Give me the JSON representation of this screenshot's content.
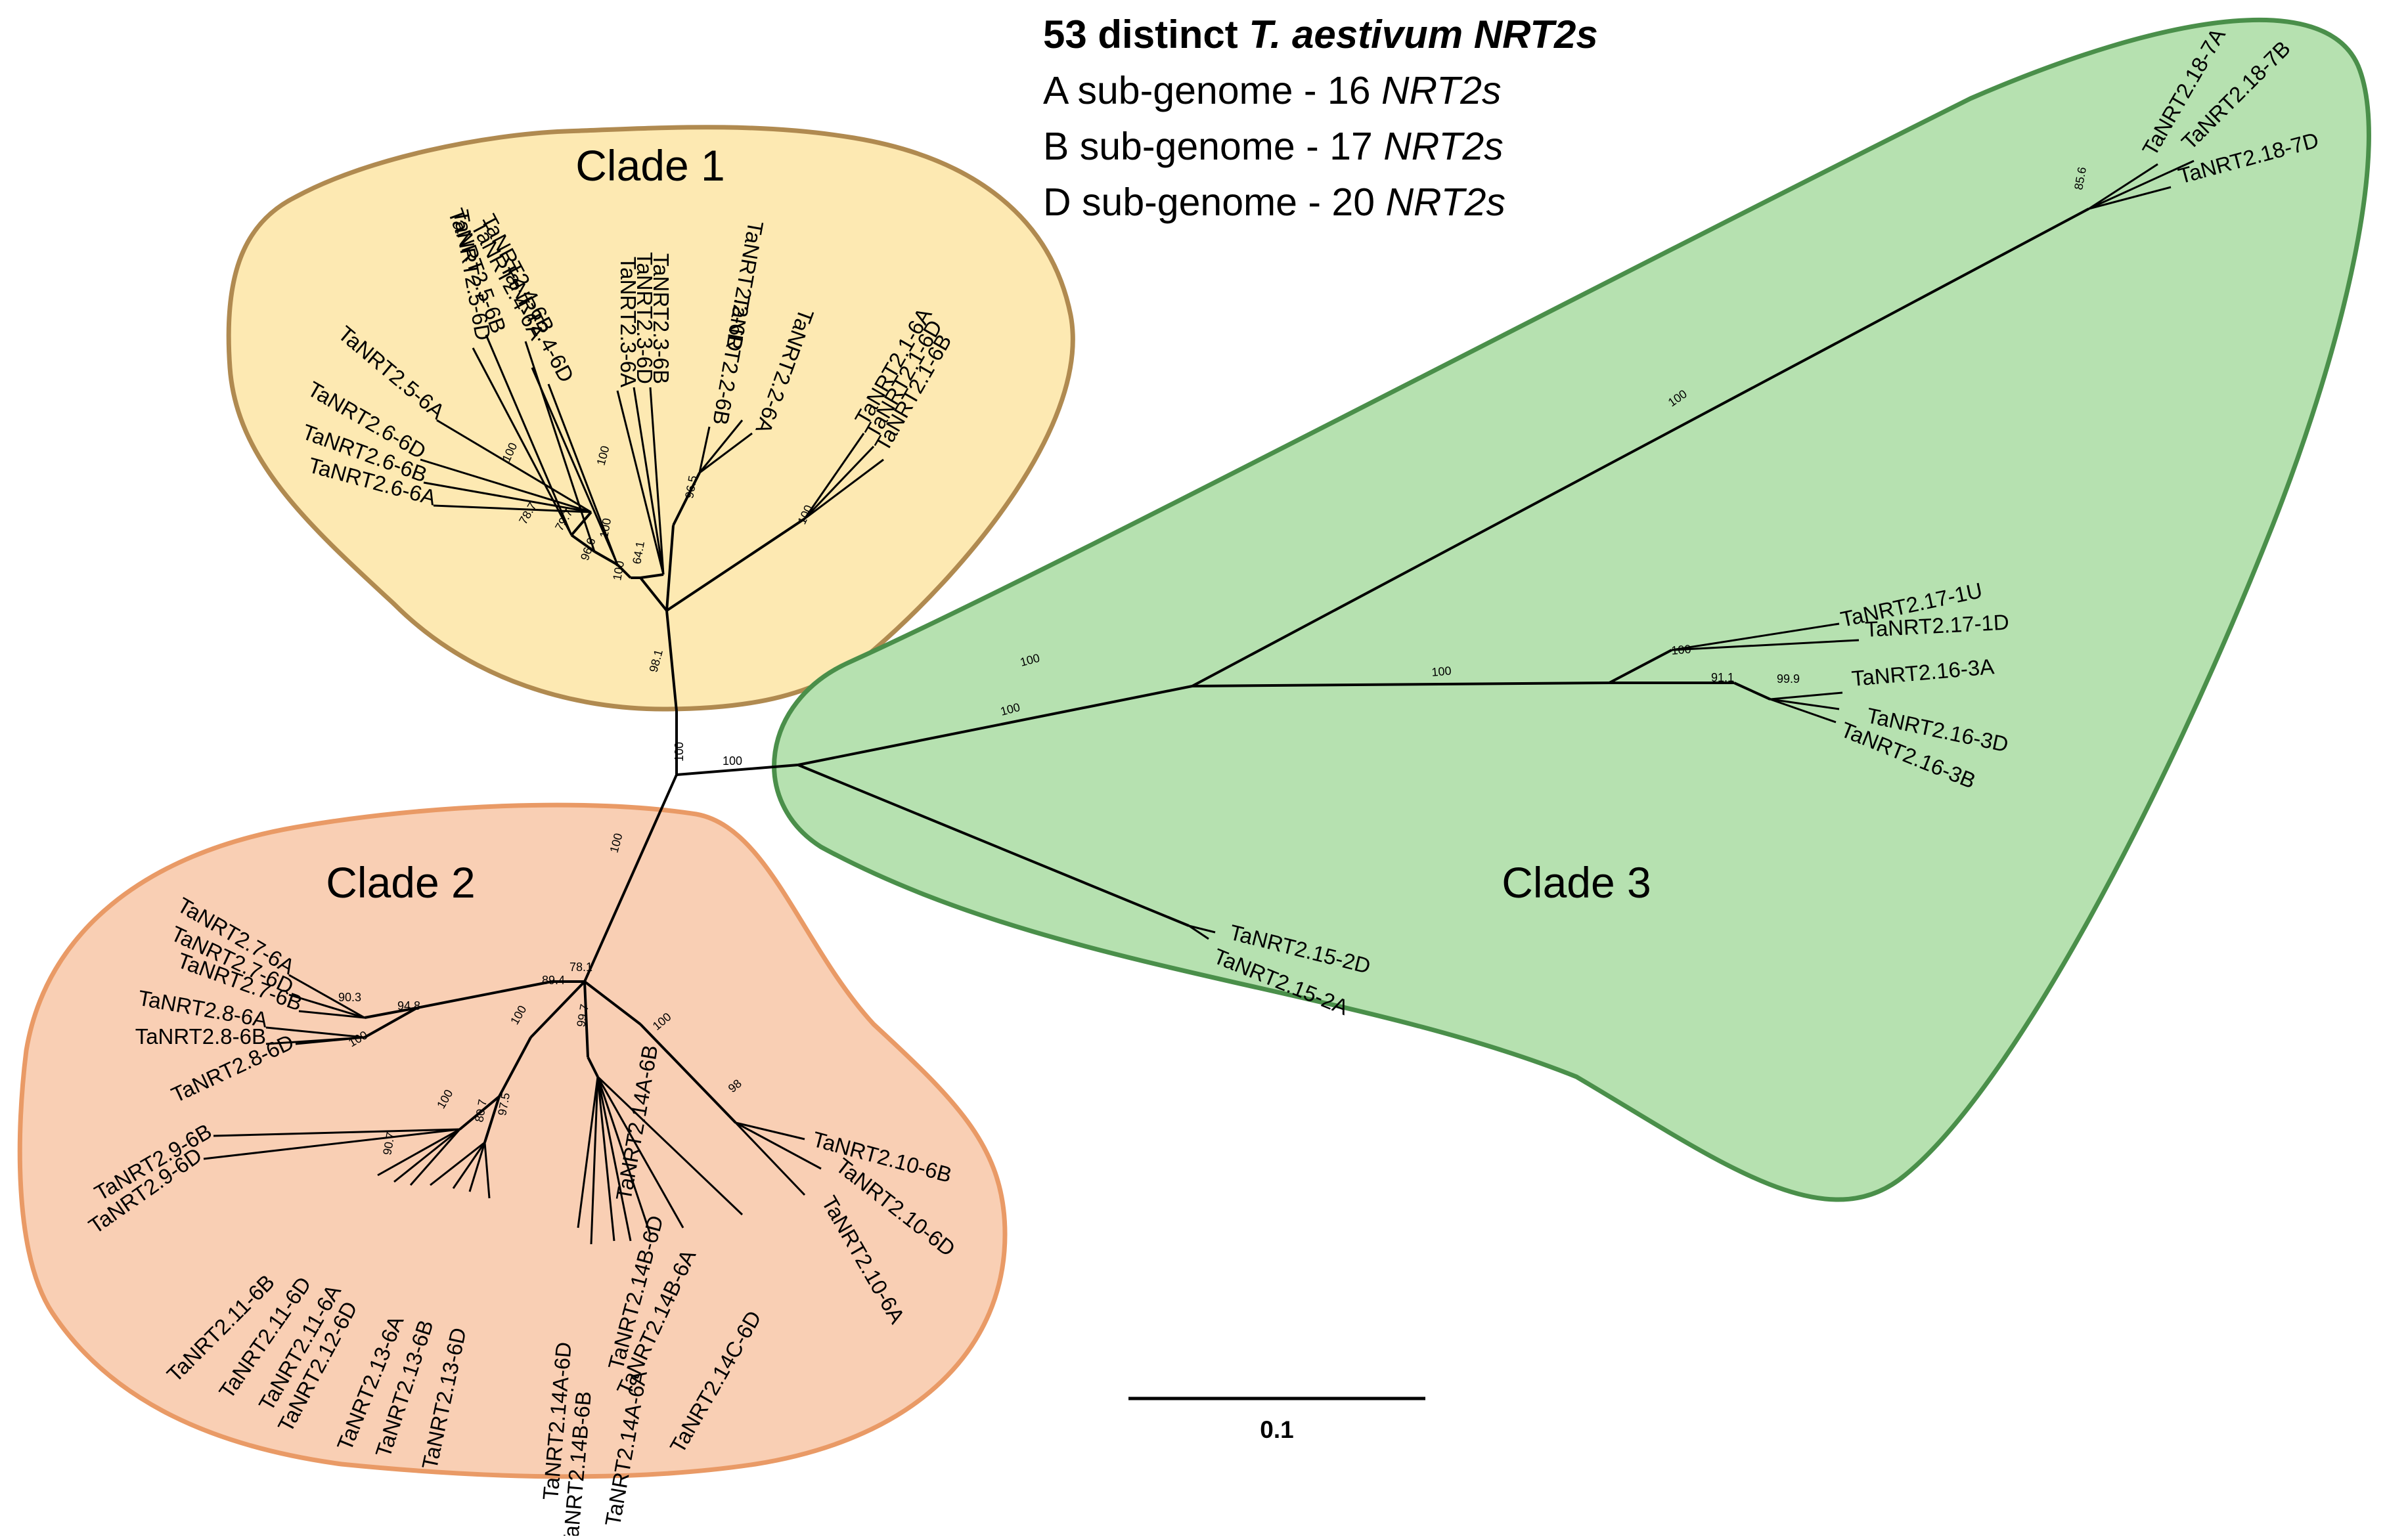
{
  "header": {
    "title_prefix": "53 distinct ",
    "title_italic": "T. aestivum NRT2s",
    "lines": [
      {
        "text": "A sub-genome - 16 ",
        "italic": "NRT2s"
      },
      {
        "text": "B sub-genome - 17 ",
        "italic": "NRT2s"
      },
      {
        "text": "D sub-genome - 20 ",
        "italic": "NRT2s"
      }
    ]
  },
  "clades": [
    {
      "label": "Clade 1",
      "fill": "#fde9b2",
      "stroke": "#b08a50"
    },
    {
      "label": "Clade 2",
      "fill": "#f9cfb4",
      "stroke": "#e99a66"
    },
    {
      "label": "Clade 3",
      "fill": "#b6e1b0",
      "stroke": "#4a8f4a"
    }
  ],
  "scale_bar": {
    "label": "0.1"
  },
  "tips": [
    "TaNRT2.18-7A",
    "TaNRT2.18-7B",
    "TaNRT2.18-7D",
    "TaNRT2.17-1U",
    "TaNRT2.17-1D",
    "TaNRT2.16-3A",
    "TaNRT2.16-3D",
    "TaNRT2.16-3B",
    "TaNRT2.15-2D",
    "TaNRT2.15-2A",
    "TaNRT2.5-6D",
    "TaNRT2.5-6B",
    "TaNRT2.4-6A",
    "TaNRT2.4-6B",
    "TaNRT2.4-6D",
    "TaNRT2.3-6A",
    "TaNRT2.3-6D",
    "TaNRT2.3-6B",
    "TaNRT2.2-6B",
    "TaNRT2.2-6D",
    "TaNRT2.2-6A",
    "TaNRT2.5-6A",
    "TaNRT2.6-6D",
    "TaNRT2.6-6B",
    "TaNRT2.6-6A",
    "TaNRT2.1-6A",
    "TaNRT2.1-6D",
    "TaNRT2.1-6B",
    "TaNRT2.7-6A",
    "TaNRT2.7-6D",
    "TaNRT2.7-6B",
    "TaNRT2.8-6A",
    "TaNRT2.8-6B",
    "TaNRT2.8-6D",
    "TaNRT2.9-6B",
    "TaNRT2.9-6D",
    "TaNRT2.11-6B",
    "TaNRT2.11-6D",
    "TaNRT2.11-6A",
    "TaNRT2.12-6D",
    "TaNRT2.13-6A",
    "TaNRT2.13-6B",
    "TaNRT2.13-6D",
    "TaNRT2.14A-6D",
    "TaNRT2.14B-6B",
    "TaNRT2.14A-6B",
    "TaNRT2.14A-6A",
    "TaNRT2.14B-6D",
    "TaNRT2.14B-6A",
    "TaNRT2.14C-6D",
    "TaNRT2.10-6B",
    "TaNRT2.10-6D",
    "TaNRT2.10-6A"
  ],
  "support_values": [
    "100",
    "100",
    "100",
    "100",
    "100",
    "85.6",
    "100",
    "100",
    "100",
    "91.1",
    "99.9",
    "98.1",
    "100",
    "96.5",
    "64.1",
    "100",
    "100",
    "100",
    "100",
    "96.6",
    "79.7",
    "78.7",
    "78.1",
    "89.4",
    "100",
    "99.7",
    "100",
    "98",
    "94.8",
    "90.3",
    "100",
    "100",
    "90.7",
    "80.7",
    "97.5"
  ]
}
